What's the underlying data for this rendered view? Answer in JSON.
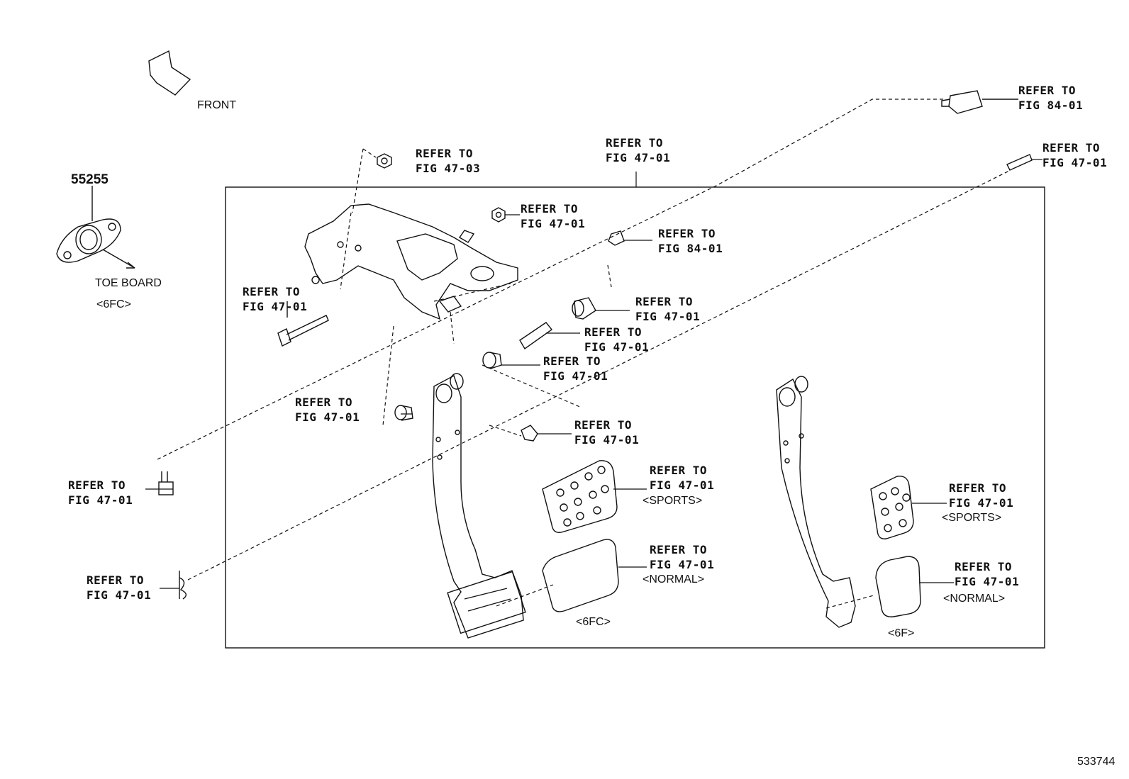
{
  "diagram": {
    "front_label": "FRONT",
    "part_number": "55255",
    "toe_board_label": "TOE BOARD",
    "toe_board_variant": "<6FC>",
    "figure_id": "533744",
    "variant_6fc": "<6FC>",
    "variant_6f": "<6F>",
    "callouts": [
      {
        "line1": "REFER TO",
        "line2": "FIG 47-03"
      },
      {
        "line1": "REFER TO",
        "line2": "FIG 47-01"
      },
      {
        "line1": "REFER TO",
        "line2": "FIG 84-01"
      },
      {
        "line1": "REFER TO",
        "line2": "FIG 47-01"
      },
      {
        "line1": "REFER TO",
        "line2": "FIG 84-01"
      },
      {
        "line1": "REFER TO",
        "line2": "FIG 47-01"
      },
      {
        "line1": "REFER TO",
        "line2": "FIG 47-01"
      },
      {
        "line1": "REFER TO",
        "line2": "FIG 47-01"
      },
      {
        "line1": "REFER TO",
        "line2": "FIG 47-01"
      },
      {
        "line1": "REFER TO",
        "line2": "FIG 47-01"
      },
      {
        "line1": "REFER TO",
        "line2": "FIG 47-01"
      },
      {
        "line1": "REFER TO",
        "line2": "FIG 47-01"
      },
      {
        "line1": "REFER TO",
        "line2": "FIG 47-01"
      },
      {
        "line1": "REFER TO",
        "line2": "FIG 47-01"
      },
      {
        "line1": "REFER TO",
        "line2": "FIG 47-01"
      },
      {
        "line1": "REFER TO",
        "line2": "FIG 47-01"
      },
      {
        "line1": "REFER TO",
        "line2": "FIG 47-01"
      },
      {
        "line1": "REFER TO",
        "line2": "FIG 47-01"
      }
    ],
    "sports_label_a": "<SPORTS>",
    "normal_label_a": "<NORMAL>",
    "sports_label_b": "<SPORTS>",
    "normal_label_b": "<NORMAL>"
  }
}
